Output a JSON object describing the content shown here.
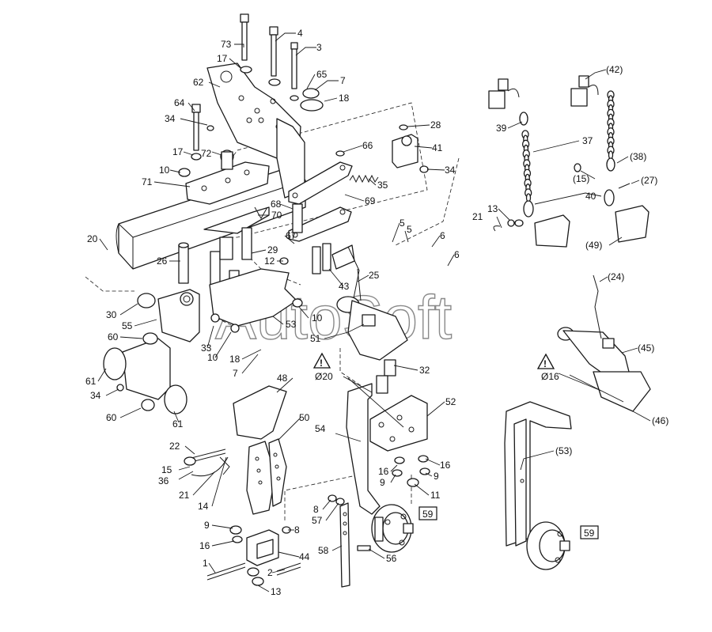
{
  "watermark": "AutoSoft",
  "colors": {
    "line": "#1a1a1a",
    "background": "#ffffff",
    "watermark": "#8a8a8a"
  },
  "boxed_labels": [
    "59",
    "59"
  ],
  "warning_icon": "warning-triangle-icon",
  "callouts": [
    "73",
    "4",
    "3",
    "17",
    "65",
    "7",
    "62",
    "18",
    "64",
    "34",
    "28",
    "66",
    "41",
    "34",
    "17",
    "72",
    "10",
    "71",
    "35",
    "68",
    "69",
    "70",
    "20",
    "5",
    "6",
    "6",
    "67",
    "26",
    "29",
    "12",
    "43",
    "25",
    "30",
    "55",
    "10",
    "53",
    "51",
    "33",
    "10",
    "18",
    "7",
    "60",
    "61",
    "34",
    "60",
    "61",
    "Ø20",
    "32",
    "52",
    "54",
    "48",
    "50",
    "22",
    "15",
    "36",
    "21",
    "14",
    "16",
    "9",
    "16",
    "9",
    "11",
    "8",
    "57",
    "59",
    "58",
    "56",
    "9",
    "16",
    "8",
    "44",
    "1",
    "2",
    "13",
    "(42)",
    "39",
    "37",
    "(38)",
    "(15)",
    "(27)",
    "40",
    "13",
    "21",
    "(49)",
    "(24)",
    "(45)",
    "Ø16",
    "(46)",
    "(53)",
    "59"
  ]
}
